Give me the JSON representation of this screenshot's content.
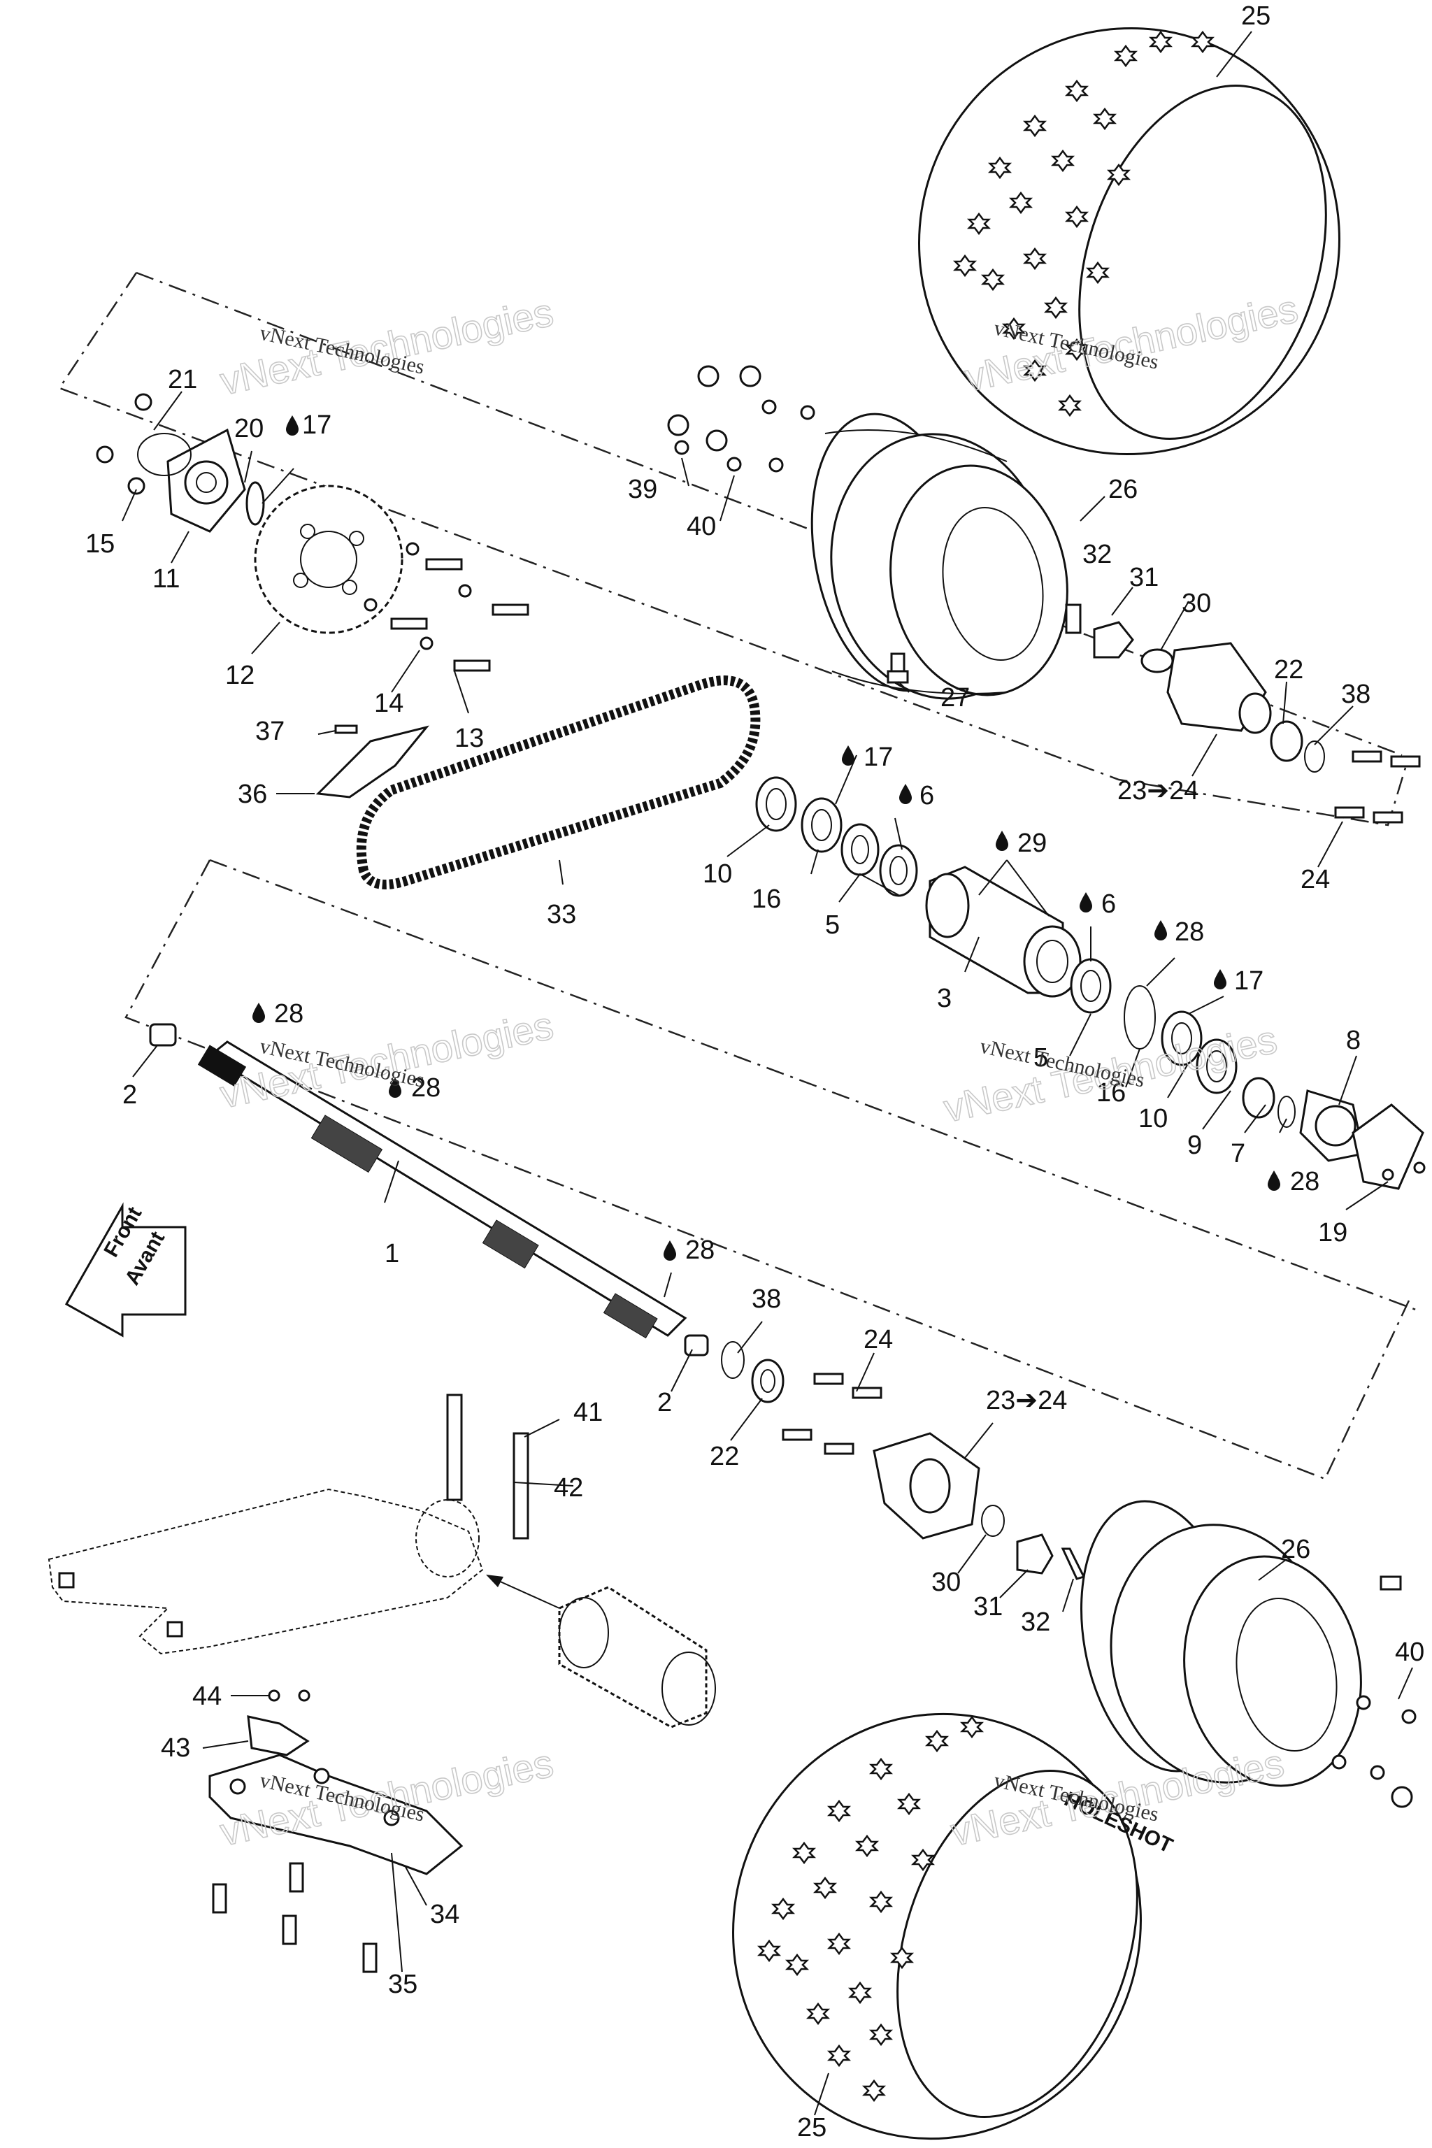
{
  "watermark": {
    "big": "vNext Technologies",
    "small": "vNext Technologies"
  },
  "direction": {
    "line1": "Front",
    "line2": "Avant"
  },
  "tire_brand": "HOLESHOT",
  "labels": {
    "l25_top": "25",
    "l21": "21",
    "l20": "20",
    "l17_a": "17",
    "l15": "15",
    "l11": "11",
    "l12": "12",
    "l14": "14",
    "l13": "13",
    "l37": "37",
    "l36": "36",
    "l33": "33",
    "l39": "39",
    "l40_top": "40",
    "l26_top": "26",
    "l27": "27",
    "l32_top": "32",
    "l31_top": "31",
    "l30_top": "30",
    "l22_top": "22",
    "l38_top": "38",
    "l23_top": "23➔24",
    "l24_top": "24",
    "l17_b": "17",
    "l6_a": "6",
    "l10_top": "10",
    "l16_top": "16",
    "l5_top": "5",
    "l29": "29",
    "l3": "3",
    "l6_b": "6",
    "l28_a": "28",
    "l17_c": "17",
    "l5_b": "5",
    "l16_b": "16",
    "l10_b": "10",
    "l8": "8",
    "l9": "9",
    "l7": "7",
    "l28_b": "28",
    "l19": "19",
    "l28_c": "28",
    "l2_top": "2",
    "l28_d": "28",
    "l1": "1",
    "l28_e": "28",
    "l38_b": "38",
    "l2_b": "2",
    "l22_b": "22",
    "l24_b": "24",
    "l23_b": "23➔24",
    "l41": "41",
    "l42": "42",
    "l26_b": "26",
    "l30_b": "30",
    "l31_b": "31",
    "l32_b": "32",
    "l40_b": "40",
    "l44": "44",
    "l43": "43",
    "l34": "34",
    "l35": "35",
    "l25_b": "25"
  },
  "colors": {
    "ink": "#111111",
    "watermark": "#c9c9c9",
    "background": "#ffffff"
  }
}
